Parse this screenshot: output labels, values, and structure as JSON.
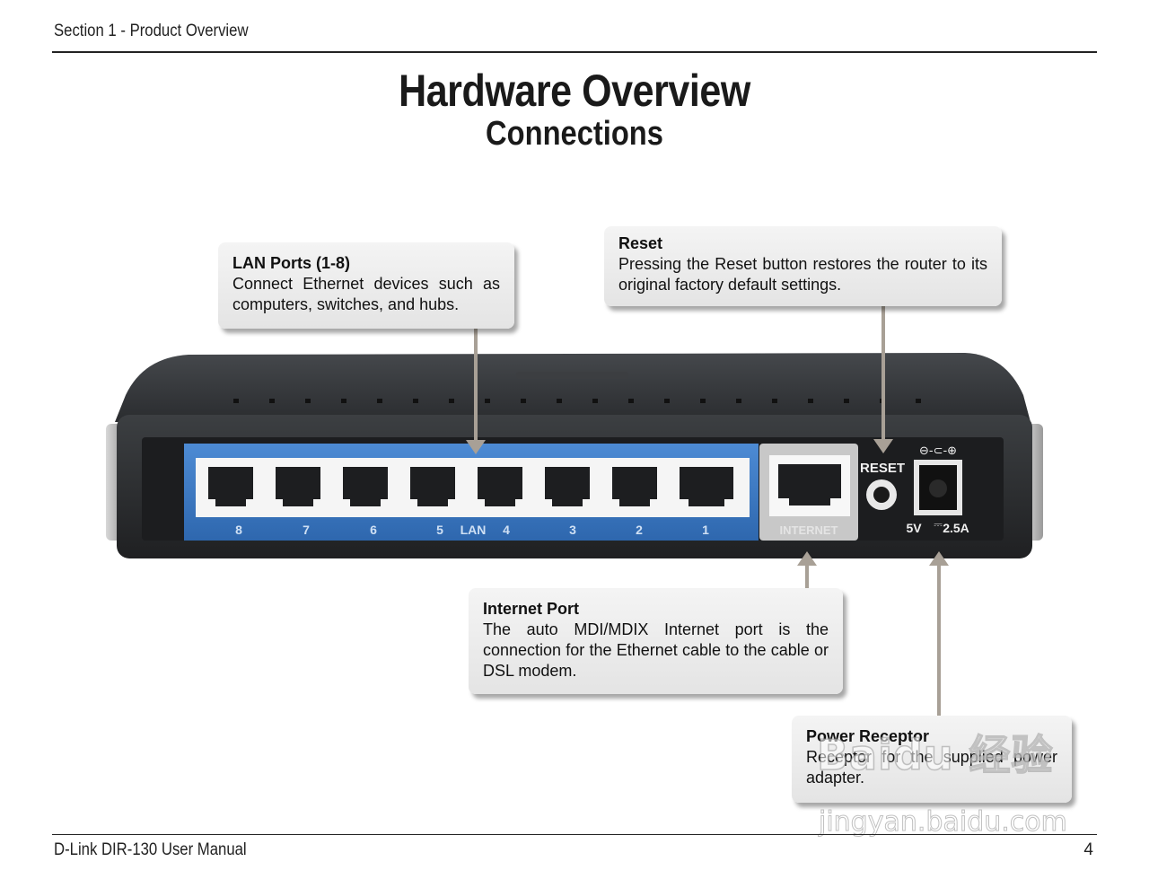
{
  "header": {
    "section": "Section 1 - Product Overview"
  },
  "title": "Hardware Overview",
  "subtitle": "Connections",
  "callouts": {
    "lan": {
      "title": "LAN Ports (1-8)",
      "body": "Connect Ethernet devices such as computers, switches, and hubs."
    },
    "reset": {
      "title": "Reset",
      "body": "Pressing the Reset button restores the router to its original factory default settings."
    },
    "internet": {
      "title": "Internet Port",
      "body": "The auto MDI/MDIX Internet port is the connection for the Ethernet cable to the cable or DSL modem."
    },
    "power": {
      "title": "Power Receptor",
      "body": "Receptor for the supplied power adapter."
    }
  },
  "router": {
    "port_numbers": [
      "8",
      "7",
      "6",
      "5",
      "4",
      "3",
      "2",
      "1"
    ],
    "lan_label": "LAN",
    "internet_label": "INTERNET",
    "reset_label": "RESET",
    "power_rating": "5V",
    "power_current": "2.5A",
    "polarity_symbol": "⊖-⊂-⊕"
  },
  "watermark": {
    "brand": "Baidu 经验",
    "url": "jingyan.baidu.com"
  },
  "footer": {
    "manual": "D-Link DIR-130 User Manual",
    "page": "4"
  },
  "colors": {
    "lan_panel": "#3a78c0",
    "callout_arrow": "#a8a096",
    "router_body": "#2e3033"
  }
}
